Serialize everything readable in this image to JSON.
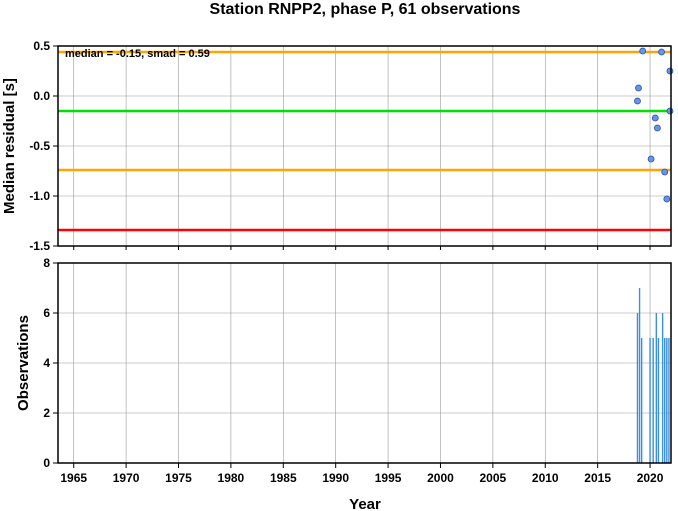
{
  "chart_data": {
    "type": "scatter",
    "title": "Station RNPP2, phase P, 61 observations",
    "xlabel": "Year",
    "x_ticks": [
      "1965",
      "1970",
      "1975",
      "1980",
      "1985",
      "1990",
      "1995",
      "2000",
      "2005",
      "2010",
      "2015",
      "2020"
    ],
    "xlim": [
      1963.5,
      2022
    ],
    "grid": true,
    "panels": [
      {
        "name": "residuals",
        "type": "scatter",
        "ylabel": "Median residual [s]",
        "ylim": [
          -1.5,
          0.5
        ],
        "y_ticks": [
          "-1.5",
          "-1.0",
          "-0.5",
          "0.0",
          "0.5"
        ],
        "annotation": "median = -0.15, smad = 0.59",
        "hlines": [
          {
            "y": 0.44,
            "color": "#ffa500"
          },
          {
            "y": -0.15,
            "color": "#00e000"
          },
          {
            "y": -0.74,
            "color": "#ffa500"
          },
          {
            "y": -1.34,
            "color": "#ff0000"
          }
        ],
        "points": [
          {
            "x": 2018.8,
            "y": -0.05
          },
          {
            "x": 2018.9,
            "y": 0.08
          },
          {
            "x": 2019.3,
            "y": 0.45
          },
          {
            "x": 2020.1,
            "y": -0.63
          },
          {
            "x": 2020.5,
            "y": -0.22
          },
          {
            "x": 2020.7,
            "y": -0.32
          },
          {
            "x": 2021.1,
            "y": 0.44
          },
          {
            "x": 2021.4,
            "y": -0.76
          },
          {
            "x": 2021.6,
            "y": -1.03
          },
          {
            "x": 2021.9,
            "y": 0.25
          },
          {
            "x": 2022.0,
            "y": -0.15
          }
        ],
        "point_color": "#6495ed"
      },
      {
        "name": "observations",
        "type": "bar",
        "ylabel": "Observations",
        "ylim": [
          0,
          8
        ],
        "y_ticks": [
          "0",
          "2",
          "4",
          "6",
          "8"
        ],
        "bar_color": "#3a8ee6",
        "bars": [
          {
            "x": 2018.8,
            "y": 6
          },
          {
            "x": 2019.0,
            "y": 7
          },
          {
            "x": 2019.2,
            "y": 5
          },
          {
            "x": 2020.0,
            "y": 5
          },
          {
            "x": 2020.3,
            "y": 5
          },
          {
            "x": 2020.6,
            "y": 6
          },
          {
            "x": 2020.8,
            "y": 5
          },
          {
            "x": 2021.2,
            "y": 6
          },
          {
            "x": 2021.4,
            "y": 5
          },
          {
            "x": 2021.6,
            "y": 5
          },
          {
            "x": 2021.8,
            "y": 5
          }
        ]
      }
    ]
  }
}
